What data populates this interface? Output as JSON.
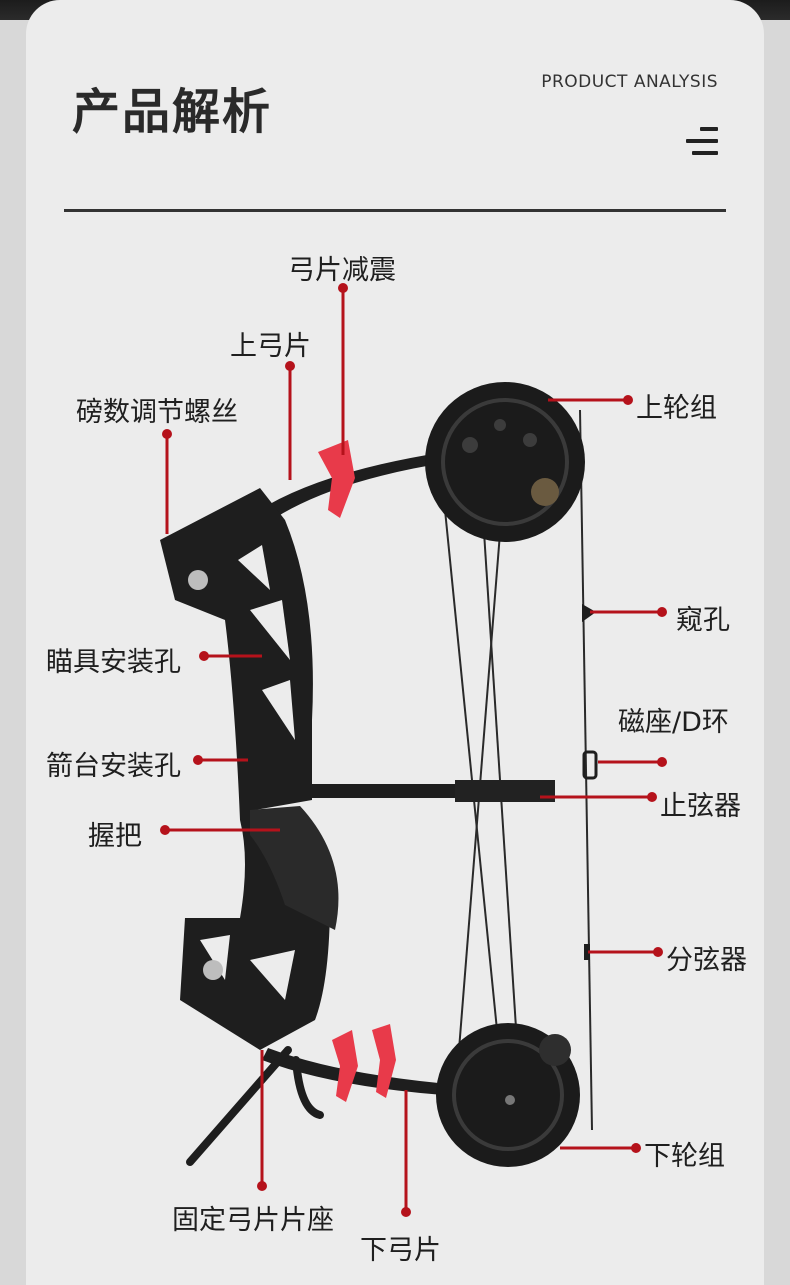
{
  "header": {
    "title": "产品解析",
    "subtitle": "PRODUCT ANALYSIS"
  },
  "colors": {
    "accent": "#b5121b",
    "bow": "#1e1e1e",
    "damper": "#e83a4a",
    "background": "#ececec"
  },
  "callouts": {
    "limb_damper": "弓片减震",
    "upper_limb": "上弓片",
    "poundage_screw": "磅数调节螺丝",
    "sight_mount_hole": "瞄具安装孔",
    "arrow_rest_hole": "箭台安装孔",
    "grip": "握把",
    "limb_pocket": "固定弓片片座",
    "lower_limb": "下弓片",
    "upper_cam": "上轮组",
    "peep_sight": "窥孔",
    "d_loop": "磁座/D环",
    "string_stop": "止弦器",
    "cable_slide": "分弦器",
    "lower_cam": "下轮组"
  }
}
